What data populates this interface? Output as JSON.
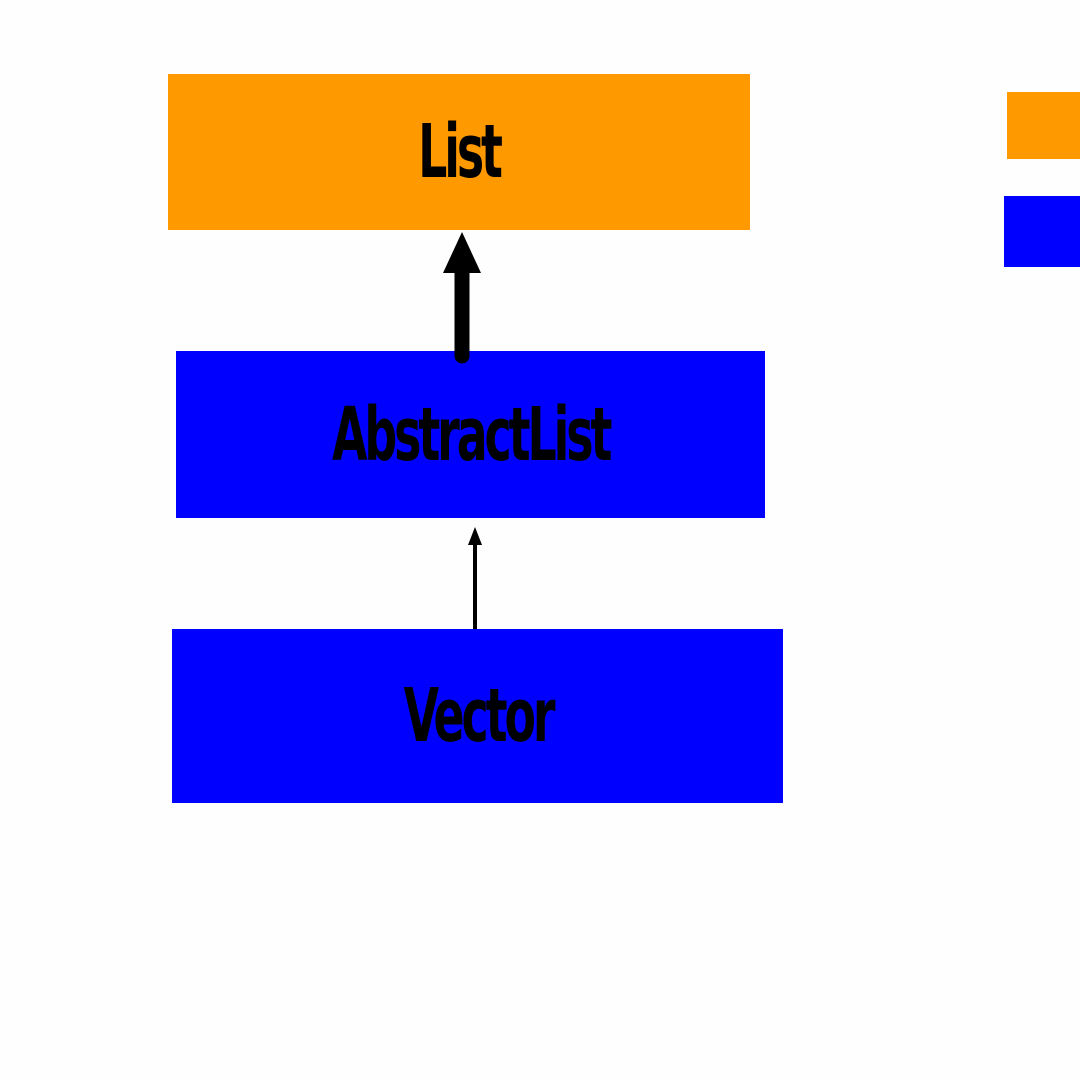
{
  "diagram": {
    "nodes": [
      {
        "id": "list",
        "label": "List",
        "kind": "interface",
        "color": "#ff9900"
      },
      {
        "id": "abstractlist",
        "label": "AbstractList",
        "kind": "class",
        "color": "#0000ff"
      },
      {
        "id": "vector",
        "label": "Vector",
        "kind": "class",
        "color": "#0000ff"
      }
    ],
    "edges": [
      {
        "from": "abstractlist",
        "to": "list",
        "style": "thick-arrow"
      },
      {
        "from": "vector",
        "to": "abstractlist",
        "style": "thin-arrow"
      }
    ],
    "legend": [
      {
        "color": "#ff9900",
        "label": ""
      },
      {
        "color": "#0000ff",
        "label": ""
      }
    ]
  }
}
